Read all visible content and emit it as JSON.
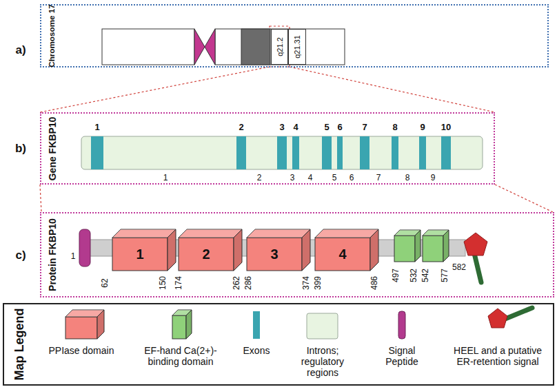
{
  "diagram": {
    "nodes": [
      {
        "text": [
          "Chromosome 17"
        ]
      },
      {
        "text": [
          "q21.2"
        ],
        "in": 0
      },
      {
        "text": [
          "q21.31"
        ],
        "in": 0
      },
      {
        "text": [
          "Gene FKBP10"
        ]
      },
      {
        "text": [
          "Protein FKBP10"
        ]
      },
      {
        "text": [
          "1"
        ],
        "in": 4
      },
      {
        "text": [
          "2"
        ],
        "in": 4
      },
      {
        "text": [
          "3"
        ],
        "in": 4
      },
      {
        "text": [
          "4"
        ],
        "in": 4
      },
      {
        "text": [
          "Map Legend"
        ]
      }
    ],
    "labels": [
      "a)",
      "b)",
      "c)",
      "1",
      "2",
      "3",
      "4",
      "5",
      "6",
      "7",
      "8",
      "9",
      "10",
      "1",
      "2",
      "3",
      "4",
      "5",
      "6",
      "7",
      "8",
      "9",
      "1",
      "62",
      "150",
      "174",
      "262",
      "286",
      "374",
      "399",
      "486",
      "497",
      "532",
      "542",
      "577",
      "582"
    ],
    "legend": [
      {
        "text": "PPIase domain",
        "color": "#f4837d"
      },
      {
        "text": "EF-hand Ca(2+)-binding domain",
        "color": "#8fd17a"
      },
      {
        "text": "Exons",
        "color": "#3aa5b0"
      },
      {
        "text": "Introns; regulatory regions",
        "color": "#e8f4e1"
      },
      {
        "text": "Signal Peptide",
        "color": "#b23a8e"
      },
      {
        "text": "HEEL and a putative ER-retention signal"
      }
    ]
  }
}
